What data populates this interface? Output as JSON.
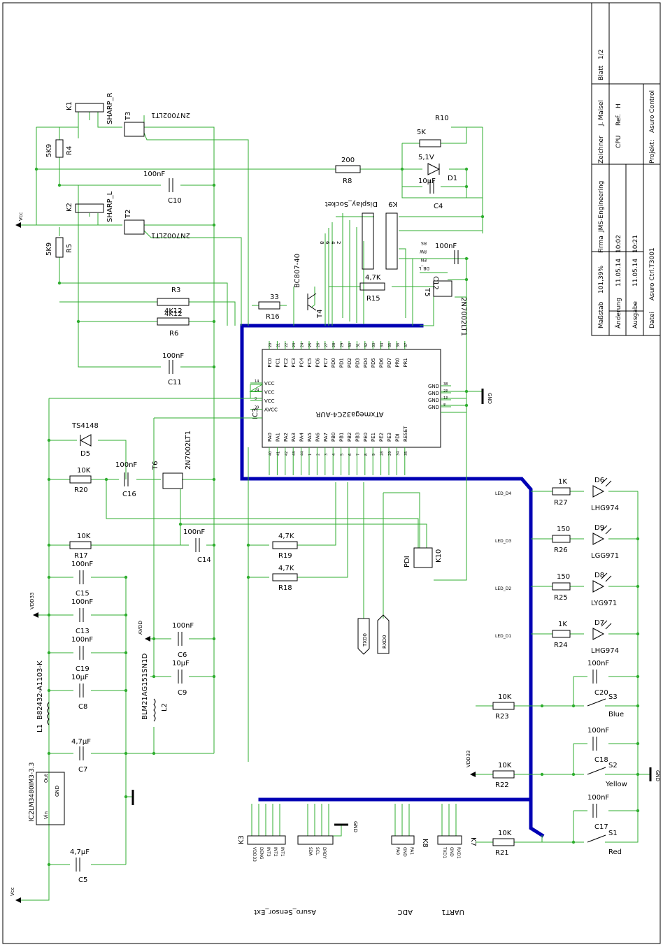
{
  "title_block": {
    "scale_label": "Maßstab",
    "scale_value": "101,39%",
    "firm_label": "Firma",
    "firm_value": "JMS-Engineering",
    "drawer_label": "Zeichner",
    "drawer_value": "J. Maisel",
    "sheet_label": "Blatt",
    "sheet_value": "1/2",
    "change_label": "Änderung",
    "change_date": "11.05.14",
    "change_time": "10:02",
    "issue_label": "Ausgabe",
    "issue_date": "11.05.14",
    "issue_time": "10:21",
    "file_label": "Datei",
    "file_value": "Asuro Ctrl.T3001",
    "cpu_label": "CPU",
    "ref_label": "Ref.",
    "ref_value": "H",
    "project_label": "Projekt:",
    "project_value": "Asuro Control"
  },
  "mcu": {
    "ref": "IC3",
    "part": "ATxmega32C4-AUR",
    "top_pins": [
      "PC0",
      "PC1",
      "PC2",
      "PC3",
      "PC4",
      "PC5",
      "PC6",
      "PC7",
      "PD0",
      "PD1",
      "PD2",
      "PD3",
      "PD4",
      "PD5",
      "PD6",
      "PD7",
      "PR0",
      "PR1"
    ],
    "top_nums": [
      "20",
      "21",
      "22",
      "23",
      "24",
      "25",
      "26",
      "27",
      "28",
      "29",
      "30",
      "31",
      "32",
      "33",
      "34",
      "35",
      "36",
      "37"
    ],
    "bottom_pins": [
      "PA0",
      "PA1",
      "PA2",
      "PA3",
      "PA4",
      "PA5",
      "PA6",
      "PA7",
      "PB0",
      "PB1",
      "PB2",
      "PB3",
      "PE0",
      "PE1",
      "PE2",
      "PE3",
      "PDI",
      "RESET"
    ],
    "bottom_nums": [
      "40",
      "41",
      "42",
      "43",
      "44",
      "1",
      "2",
      "3",
      "4",
      "5",
      "6",
      "7",
      "8",
      "9",
      "28",
      "29",
      "34",
      "35"
    ],
    "left_pins": [
      "VCC",
      "VCC",
      "VCC",
      "AVCC"
    ],
    "left_nums": [
      "14",
      "24",
      "9",
      "39"
    ],
    "right_pins": [
      "GND",
      "GND",
      "GND",
      "GND"
    ],
    "right_nums": [
      "38",
      "23",
      "13",
      "8"
    ]
  },
  "parts": {
    "k1": "K1",
    "sharp_r": "SHARP_R",
    "t3": "T3",
    "t3_part": "2N7002LT1",
    "r4": "R4",
    "r4_val": "5K9",
    "r5": "R5",
    "r5_val": "5K9",
    "k2": "K2",
    "sharp_l": "SHARP_L",
    "t2": "T2",
    "t2_part": "2N7002LT1",
    "c10": "C10",
    "c10_val": "100nF",
    "r8": "R8",
    "r8_val": "200",
    "r10": "R10",
    "r10_val": "5K",
    "d1": "D1",
    "d1_val": "5,1V",
    "c4": "C4",
    "c4_val": "10µF",
    "k9": "K9",
    "display_socket": "Display_Socket",
    "k9_left": [
      "8",
      "6",
      "4",
      "2"
    ],
    "k9_right": [
      "RS",
      "RW",
      "EN",
      "DB_L"
    ],
    "c12": "C12",
    "c12_val": "100nF",
    "t5": "T5",
    "t5_part": "2N7002LT1",
    "t4": "T4",
    "t4_part": "BC807-40",
    "r15": "R15",
    "r15_val": "4,7K",
    "r16": "R16",
    "r16_val": "33",
    "r3": "R3",
    "r3_val": "4K12",
    "r6": "R6",
    "r6_val": "4K12",
    "c11": "C11",
    "c11_val": "100nF",
    "vcc": "Vcc",
    "gnd": "GND",
    "d5": "D5",
    "d5_val": "TS4148",
    "r20": "R20",
    "r20_val": "10K",
    "c16": "C16",
    "c16_val": "100nF",
    "t6": "T6",
    "t6_part": "2N7002LT1",
    "r17": "R17",
    "r17_val": "10K",
    "c14": "C14",
    "c14_val": "100nF",
    "r19": "R19",
    "r19_val": "4,7K",
    "r18": "R18",
    "r18_val": "4,7K",
    "k10": "K10",
    "pdi": "PDI",
    "txd0": "TXD0",
    "rxd0": "RXD0",
    "vdd33": "VDD33",
    "avdd": "AVDD",
    "c15": "C15",
    "c15_val": "100nF",
    "c13": "C13",
    "c13_val": "100nF",
    "c19": "C19",
    "c19_val": "100nF",
    "c8": "C8",
    "c8_val": "10µF",
    "c6": "C6",
    "c6_val": "100nF",
    "c9": "C9",
    "c9_val": "10µF",
    "l1": "L1",
    "l1_part": "B82432-A1103-K",
    "l2": "L2",
    "l2_part": "BLM21AG151SN1D",
    "c7": "C7",
    "c7_val": "4,7µF",
    "ic2": "IC2",
    "ic2_part": "LM3480IM3-3.3",
    "ic2_out": "Out",
    "ic2_gnd": "GND",
    "ic2_vin": "Vin",
    "c5": "C5",
    "c5_val": "4,7µF",
    "d6": "D6",
    "d6_part": "LHG974",
    "r27": "R27",
    "r27_val": "1K",
    "led_d4": "LED_D4",
    "d9": "D9",
    "d9_part": "LGG971",
    "r26": "R26",
    "r26_val": "150",
    "led_d3": "LED_D3",
    "d8": "D8",
    "d8_part": "LYG971",
    "r25": "R25",
    "r25_val": "150",
    "led_d2": "LED_D2",
    "d7": "D7",
    "d7_part": "LHG974",
    "r24": "R24",
    "r24_val": "1K",
    "led_d1": "LED_D1",
    "c20": "C20",
    "c20_val": "100nF",
    "s3": "S3",
    "s3_color": "Blue",
    "r23": "R23",
    "r23_val": "10K",
    "c18": "C18",
    "c18_val": "100nF",
    "s2": "S2",
    "s2_color": "Yellow",
    "r22": "R22",
    "r22_val": "10K",
    "c17": "C17",
    "c17_val": "100nF",
    "s1": "S1",
    "s1_color": "Red",
    "r21": "R21",
    "r21_val": "10K",
    "k3": "K3",
    "k3_labels": [
      "VDD33",
      "DENG",
      "INT3",
      "INT2",
      "INT1"
    ],
    "k3b_labels": [
      "SDA",
      "SCL",
      "DRDY"
    ],
    "k8": "K8",
    "k8_labels": [
      "PA0",
      "GND",
      "PA1"
    ],
    "k7": "K7",
    "k7_labels": [
      "TXD1",
      "GND",
      "RXD1"
    ],
    "asuro_sensor_ext": "Asuro_Sensor_Ext",
    "adc": "ADC",
    "uart1": "UART1"
  }
}
